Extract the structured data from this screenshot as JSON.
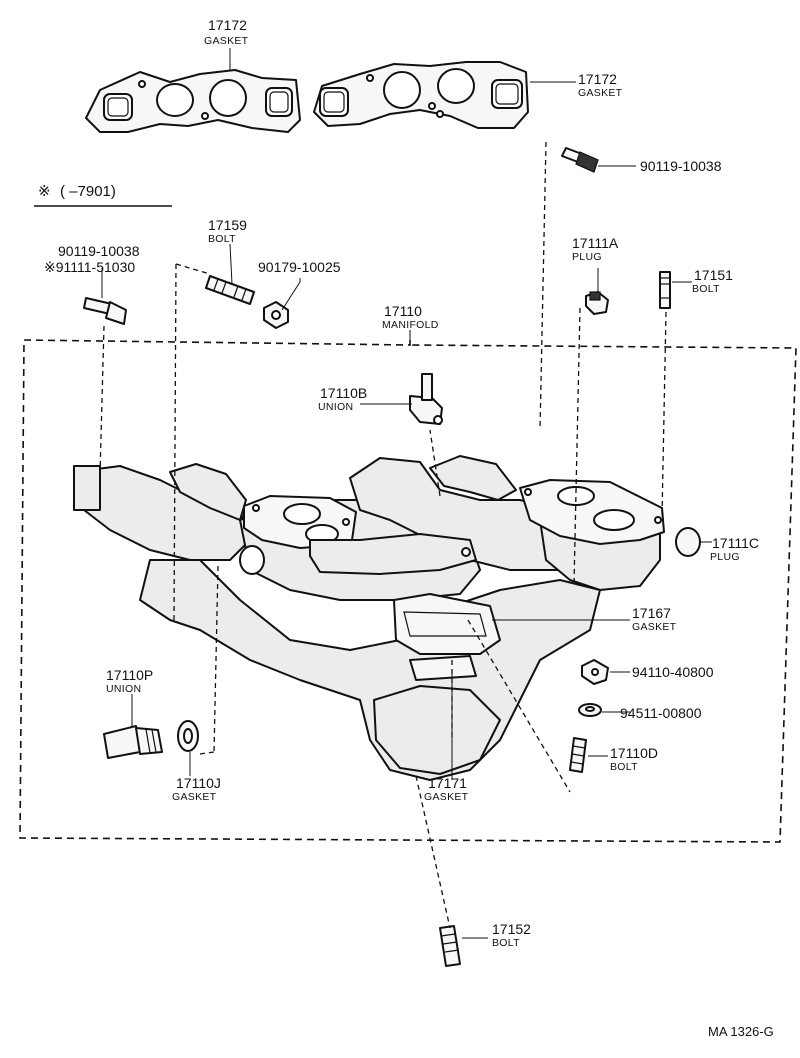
{
  "note": {
    "symbol": "※",
    "text": "(        –7901)"
  },
  "footer_code": "MA 1326-G",
  "parts": [
    {
      "id": "p17172a",
      "number": "17172",
      "name": "GASKET"
    },
    {
      "id": "p17172b",
      "number": "17172",
      "name": "GASKET"
    },
    {
      "id": "p90119b",
      "number": "90119-10038",
      "name": ""
    },
    {
      "id": "p90119a",
      "number": "90119-10038",
      "name": ""
    },
    {
      "id": "p91111",
      "number": "※91111-51030",
      "name": ""
    },
    {
      "id": "p17159",
      "number": "17159",
      "name": "BOLT"
    },
    {
      "id": "p90179",
      "number": "90179-10025",
      "name": ""
    },
    {
      "id": "p17111A",
      "number": "17111A",
      "name": "PLUG"
    },
    {
      "id": "p17151",
      "number": "17151",
      "name": "BOLT"
    },
    {
      "id": "p17110",
      "number": "17110",
      "name": "MANIFOLD"
    },
    {
      "id": "p17110B",
      "number": "17110B",
      "name": "UNION"
    },
    {
      "id": "p17111C",
      "number": "17111C",
      "name": "PLUG"
    },
    {
      "id": "p17167",
      "number": "17167",
      "name": "GASKET"
    },
    {
      "id": "p94110",
      "number": "94110-40800",
      "name": ""
    },
    {
      "id": "p94511",
      "number": "94511-00800",
      "name": ""
    },
    {
      "id": "p17110P",
      "number": "17110P",
      "name": "UNION"
    },
    {
      "id": "p17110J",
      "number": "17110J",
      "name": "GASKET"
    },
    {
      "id": "p17171",
      "number": "17171",
      "name": "GASKET"
    },
    {
      "id": "p17110D",
      "number": "17110D",
      "name": "BOLT"
    },
    {
      "id": "p17152",
      "number": "17152",
      "name": "BOLT"
    }
  ]
}
